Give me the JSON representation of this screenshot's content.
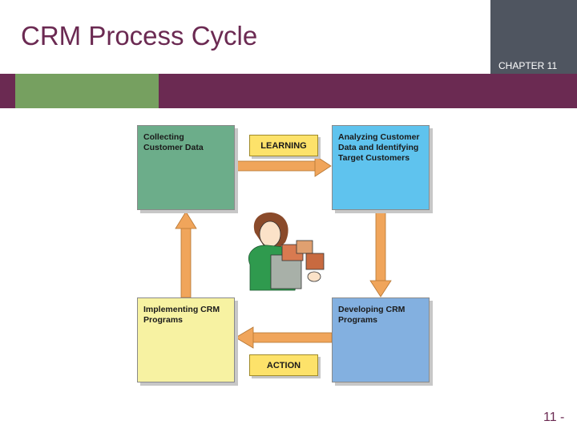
{
  "slide": {
    "title": "CRM Process Cycle",
    "chapter": "CHAPTER 11",
    "page_number": "11 -"
  },
  "diagram": {
    "boxes": [
      {
        "id": "collect",
        "lines": [
          "Collecting",
          "Customer Data"
        ],
        "color": "#6cad8a"
      },
      {
        "id": "analyze",
        "lines": [
          "Analyzing Customer",
          "Data and Identifying",
          "Target Customers"
        ],
        "color": "#5fc3ee"
      },
      {
        "id": "develop",
        "lines": [
          "Developing CRM",
          "Programs"
        ],
        "color": "#83b0e0"
      },
      {
        "id": "implement",
        "lines": [
          "Implementing CRM",
          "Programs"
        ],
        "color": "#f7f2a2"
      }
    ],
    "tags": {
      "learning": "LEARNING",
      "action": "ACTION"
    },
    "arrow_color": "#f0a55b"
  },
  "colors": {
    "brand_purple": "#6b2a52",
    "accent_green": "#76a060",
    "panel_gray": "#4f5560"
  }
}
